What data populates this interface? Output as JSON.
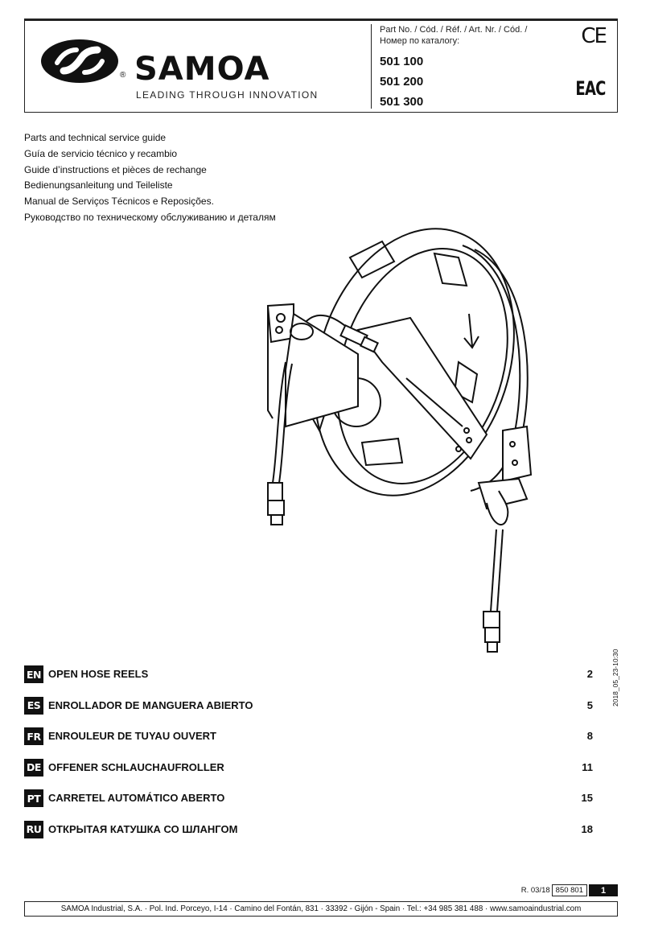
{
  "header": {
    "brand_name": "SAMOA",
    "registered_mark": "®",
    "tagline": "LEADING THROUGH INNOVATION",
    "part_label_line1": "Part No. / Cód. / Réf. / Art. Nr. / Cód. /",
    "part_label_line2": "Номер по каталогу:",
    "part_numbers": [
      "501 100",
      "501 200",
      "501 300"
    ],
    "ce_mark": "CE",
    "eac_mark": "EAC"
  },
  "guide_titles": [
    "Parts and technical service guide",
    "Guía de servicio técnico y recambio",
    "Guide d’instructions et pièces de rechange",
    "Bedienungsanleitung und Teileliste",
    "Manual de Serviços Técnicos e Reposições.",
    "Руководство по техническому обслуживанию и деталям"
  ],
  "date_stamp": "2018_05_23-10:30",
  "languages": [
    {
      "code": "EN",
      "title": "OPEN HOSE REELS",
      "page": "2"
    },
    {
      "code": "ES",
      "title": "ENROLLADOR DE MANGUERA ABIERTO",
      "page": "5"
    },
    {
      "code": "FR",
      "title": "ENROULEUR DE TUYAU OUVERT",
      "page": "8"
    },
    {
      "code": "DE",
      "title": "OFFENER SCHLAUCHAUFROLLER",
      "page": "11"
    },
    {
      "code": "PT",
      "title": "CARRETEL AUTOMÁTICO ABERTO",
      "page": "15"
    },
    {
      "code": "RU",
      "title": "ОТКРЫТАЯ КАТУШКА СО ШЛАНГОМ",
      "page": "18"
    }
  ],
  "footer": {
    "revision": "R. 03/18",
    "doc_code": "850 801",
    "page_number": "1",
    "company_line": "SAMOA Industrial, S.A. · Pol. Ind. Porceyo, I-14 · Camino del Fontán, 831 · 33392 - Gijón - Spain · Tel.: +34 985 381 488 · www.samoaindustrial.com"
  }
}
